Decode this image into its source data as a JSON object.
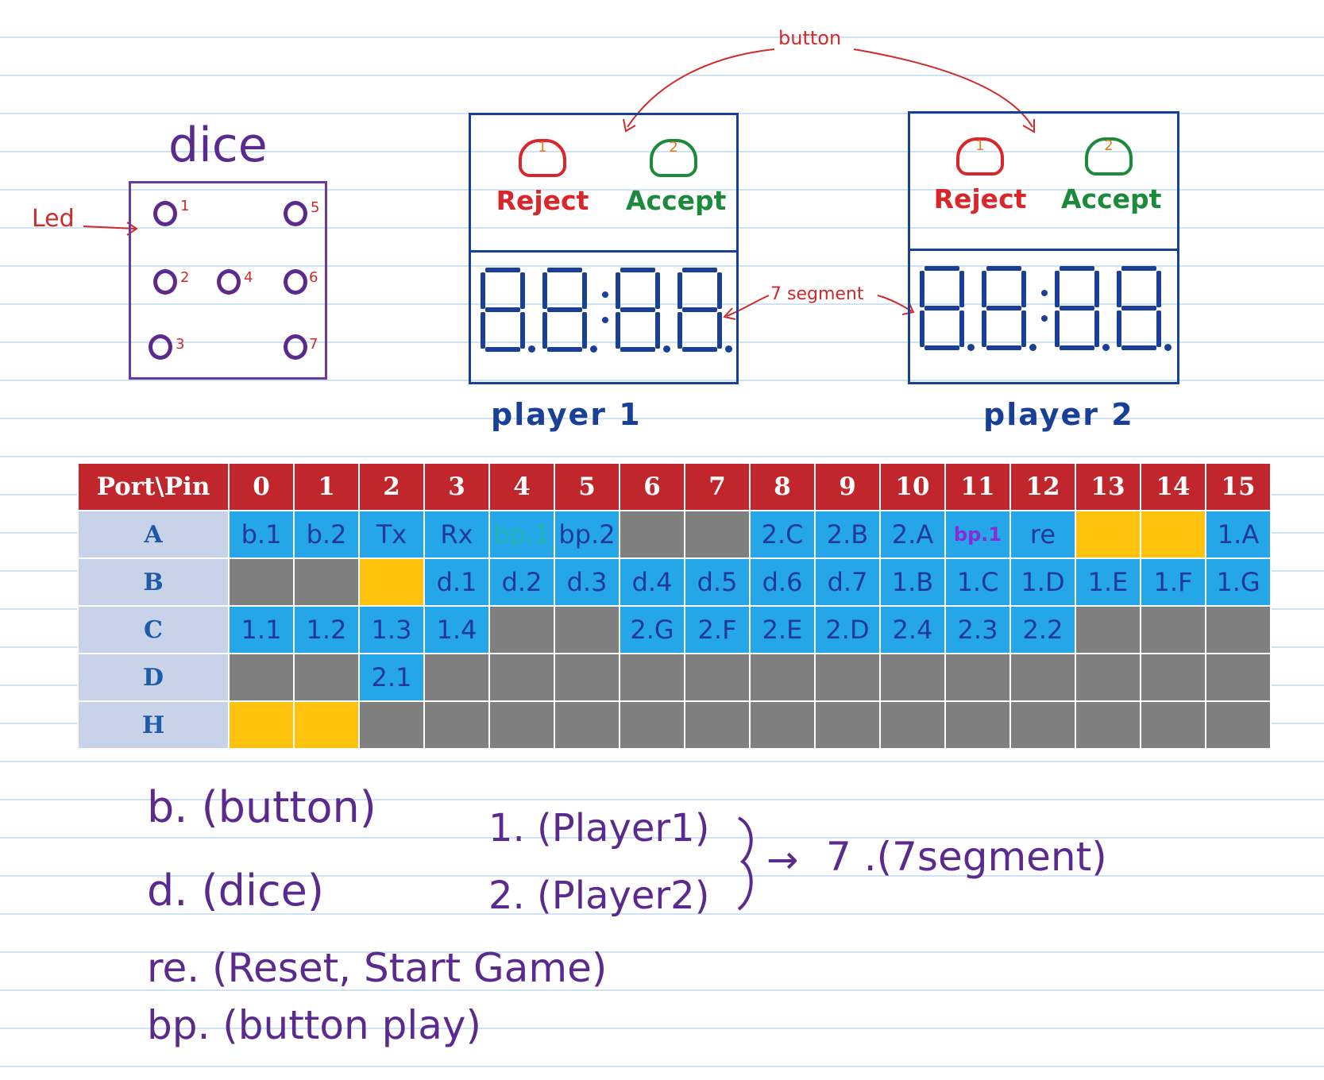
{
  "dice": {
    "title": "dice",
    "led_caption": "Led",
    "leds": [
      "1",
      "2",
      "3",
      "4",
      "5",
      "6",
      "7"
    ]
  },
  "annotations": {
    "button": "button",
    "segment": "7 segment"
  },
  "players": [
    {
      "label": "player 1",
      "reject_label": "Reject",
      "reject_num": "1",
      "accept_label": "Accept",
      "accept_num": "2"
    },
    {
      "label": "player 2",
      "reject_label": "Reject",
      "reject_num": "1",
      "accept_label": "Accept",
      "accept_num": "2"
    }
  ],
  "table": {
    "header": [
      "Port\\Pin",
      "0",
      "1",
      "2",
      "3",
      "4",
      "5",
      "6",
      "7",
      "8",
      "9",
      "10",
      "11",
      "12",
      "13",
      "14",
      "15"
    ],
    "rows": [
      {
        "port": "A",
        "cells": [
          "b.1",
          "b.2",
          "Tx",
          "Rx",
          "bp.1",
          "bp.2",
          "",
          "",
          "2.C",
          "2.B",
          "2.A",
          "bp.1",
          "re",
          "",
          "",
          "1.A"
        ],
        "colors": [
          "blue",
          "blue",
          "blue",
          "blue",
          "blue-teal",
          "blue",
          "gray",
          "gray",
          "blue",
          "blue",
          "blue",
          "blue-purple",
          "blue",
          "yellow",
          "yellow",
          "blue"
        ]
      },
      {
        "port": "B",
        "cells": [
          "",
          "",
          "",
          "d.1",
          "d.2",
          "d.3",
          "d.4",
          "d.5",
          "d.6",
          "d.7",
          "1.B",
          "1.C",
          "1.D",
          "1.E",
          "1.F",
          "1.G"
        ],
        "colors": [
          "gray",
          "gray",
          "yellow",
          "blue",
          "blue",
          "blue",
          "blue",
          "blue",
          "blue",
          "blue",
          "blue",
          "blue",
          "blue",
          "blue",
          "blue",
          "blue"
        ]
      },
      {
        "port": "C",
        "cells": [
          "1.1",
          "1.2",
          "1.3",
          "1.4",
          "",
          "",
          "2.G",
          "2.F",
          "2.E",
          "2.D",
          "2.4",
          "2.3",
          "2.2",
          "",
          "",
          ""
        ],
        "colors": [
          "blue",
          "blue",
          "blue",
          "blue",
          "gray",
          "gray",
          "blue",
          "blue",
          "blue",
          "blue",
          "blue",
          "blue",
          "blue",
          "gray",
          "gray",
          "gray"
        ]
      },
      {
        "port": "D",
        "cells": [
          "",
          "",
          "2.1",
          "",
          "",
          "",
          "",
          "",
          "",
          "",
          "",
          "",
          "",
          "",
          "",
          ""
        ],
        "colors": [
          "gray",
          "gray",
          "blue",
          "gray",
          "gray",
          "gray",
          "gray",
          "gray",
          "gray",
          "gray",
          "gray",
          "gray",
          "gray",
          "gray",
          "gray",
          "gray"
        ]
      },
      {
        "port": "H",
        "cells": [
          "",
          "",
          "",
          "",
          "",
          "",
          "",
          "",
          "",
          "",
          "",
          "",
          "",
          "",
          "",
          ""
        ],
        "colors": [
          "yellow",
          "yellow",
          "gray",
          "gray",
          "gray",
          "gray",
          "gray",
          "gray",
          "gray",
          "gray",
          "gray",
          "gray",
          "gray",
          "gray",
          "gray",
          "gray"
        ]
      }
    ]
  },
  "legend": {
    "b": "b. (button)",
    "d": "d. (dice)",
    "re": "re. (Reset, Start Game)",
    "bp": "bp. (button play)",
    "p1": "1.  (Player1)",
    "p2": "2.  (Player2)",
    "seg": "7 .(7segment)",
    "arrow": "→"
  },
  "colors": {
    "purple_ink": "#5b2a8e",
    "red_ink": "#d02a2a",
    "navy_ink": "#1a3f96",
    "table_header": "#c0262c",
    "cell_blue": "#24a6e8",
    "cell_gray": "#7f7f7f",
    "cell_yellow": "#ffc20e"
  }
}
